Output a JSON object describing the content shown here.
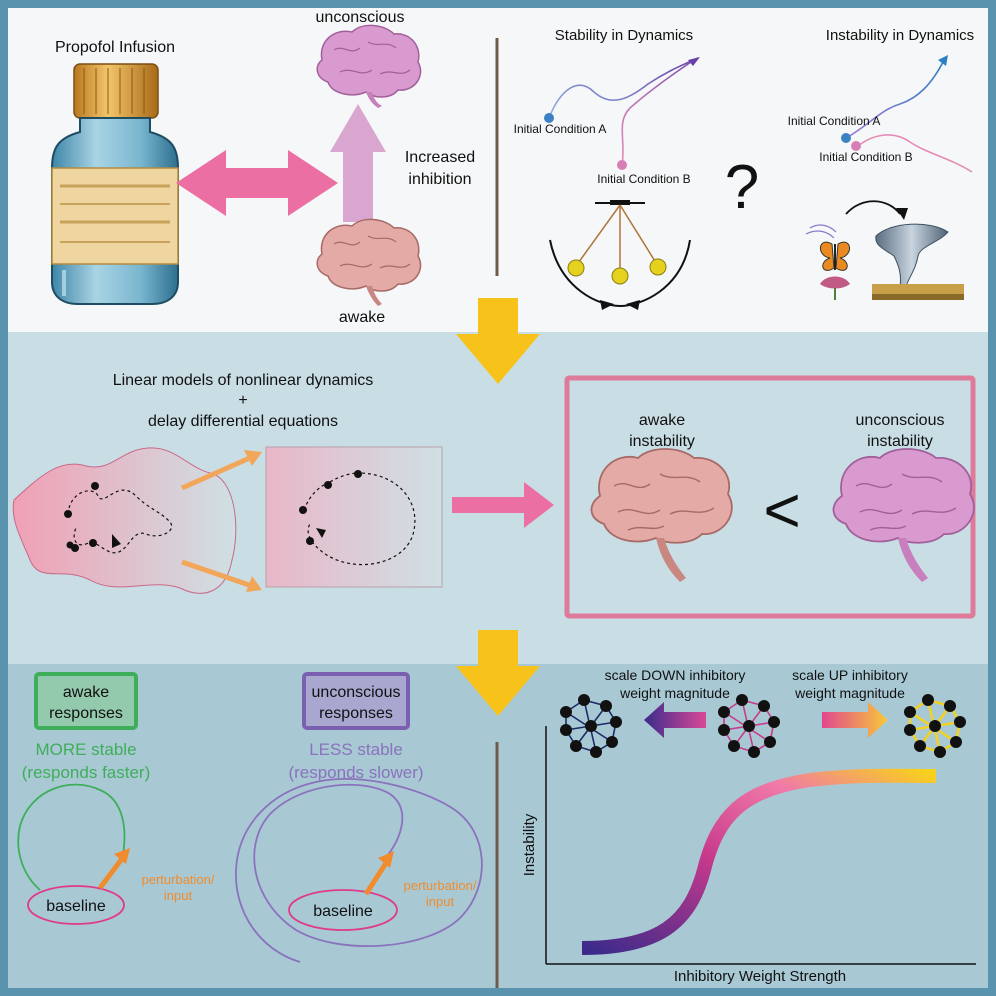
{
  "top": {
    "propofol_label": "Propofol Infusion",
    "unconscious_label": "unconscious",
    "awake_label": "awake",
    "inhibition_line1": "Increased",
    "inhibition_line2": "inhibition",
    "stability_title": "Stability in Dynamics",
    "instability_title": "Instability in Dynamics",
    "ic_a": "Initial Condition A",
    "ic_b": "Initial Condition B",
    "question": "?"
  },
  "middle": {
    "title_line1": "Linear models of nonlinear dynamics",
    "title_plus": "+",
    "title_line2": "delay differential equations",
    "awake_line1": "awake",
    "awake_line2": "instability",
    "unconscious_line1": "unconscious",
    "unconscious_line2": "instability",
    "less_than": "<"
  },
  "bottom": {
    "awake_box_line1": "awake",
    "awake_box_line2": "responses",
    "unconscious_box_line1": "unconscious",
    "unconscious_box_line2": "responses",
    "more_stable": "MORE stable",
    "responds_faster": "(responds faster)",
    "less_stable": "LESS stable",
    "responds_slower": "(responds slower)",
    "baseline": "baseline",
    "perturbation_line1": "perturbation/",
    "perturbation_line2": "input",
    "scale_down_line1": "scale DOWN inhibitory",
    "scale_down_line2": "weight magnitude",
    "scale_up_line1": "scale UP inhibitory",
    "scale_up_line2": "weight magnitude",
    "ylabel": "Instability",
    "xlabel": "Inhibitory Weight Strength"
  },
  "colors": {
    "frame": "#5a93ad",
    "top_panel": "#f5f7f8",
    "middle_panel": "#c9dde4",
    "bottom_panel": "#a8c9d4",
    "big_arrow": "#f7c31a",
    "pink": "#ec6fa3",
    "awake_green": "#3fae5a",
    "unconscious_purple": "#7b5fb0",
    "orange": "#f08c2e"
  }
}
